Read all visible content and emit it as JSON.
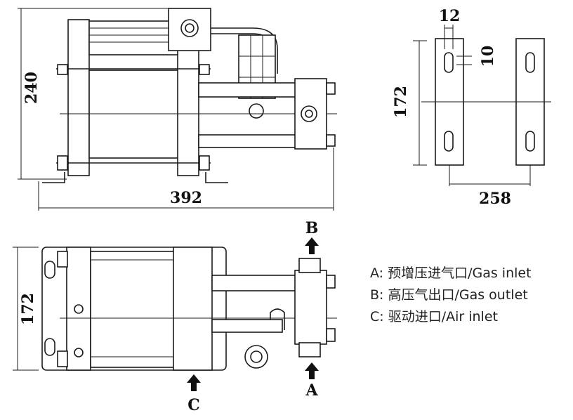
{
  "dimensions": {
    "front_height": "240",
    "front_width": "392",
    "bracket_height": "172",
    "slot_width": "12",
    "slot_height": "10",
    "bracket_spacing": "258",
    "top_view_height": "172"
  },
  "port_labels": {
    "a": "A",
    "b": "B",
    "c": "C"
  },
  "legend": [
    "A: 预增压进气口/Gas inlet",
    "B: 高压气出口/Gas outlet",
    "C: 驱动进口/Air inlet"
  ]
}
